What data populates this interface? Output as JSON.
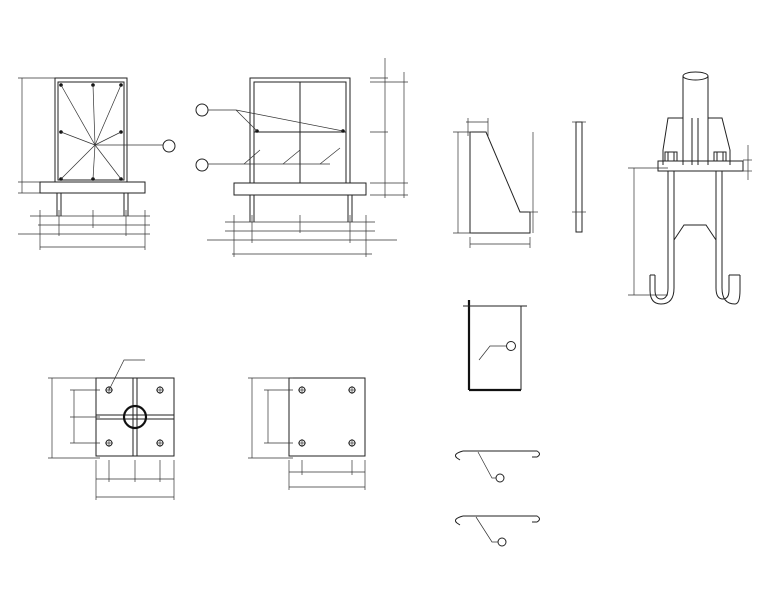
{
  "drawing": {
    "views": [
      {
        "id": "elevation-front"
      },
      {
        "id": "elevation-side"
      },
      {
        "id": "stiffener-plate"
      },
      {
        "id": "plate-edge"
      },
      {
        "id": "anchor-detail"
      },
      {
        "id": "plan-with-column"
      },
      {
        "id": "plan-base-plate"
      },
      {
        "id": "stiffener-detail-2"
      },
      {
        "id": "anchor-hook-1"
      },
      {
        "id": "anchor-hook-2"
      }
    ],
    "callout_count": 6
  }
}
